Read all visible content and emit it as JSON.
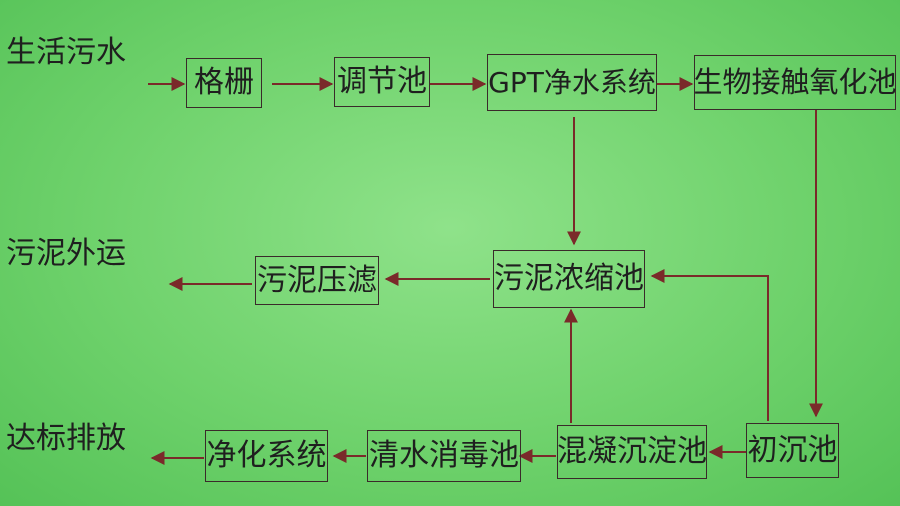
{
  "colors": {
    "background": "#6fd26c",
    "arrow": "#7a2a2a",
    "text": "#1f1f1f"
  },
  "row_labels": {
    "sewage": "生活污水",
    "sludge_out": "污泥外运",
    "discharge": "达标排放"
  },
  "nodes": {
    "grille": "格栅",
    "regulating_tank": "调节池",
    "gpt_system": "GPT净水系统",
    "bio_contact_tank": "生物接触氧化池",
    "sludge_thickening_tank": "污泥浓缩池",
    "sludge_press": "污泥压滤",
    "primary_settling_tank": "初沉池",
    "coag_sedimentation_tank": "混凝沉淀池",
    "disinfection_tank": "清水消毒池",
    "purification_system": "净化系统"
  }
}
